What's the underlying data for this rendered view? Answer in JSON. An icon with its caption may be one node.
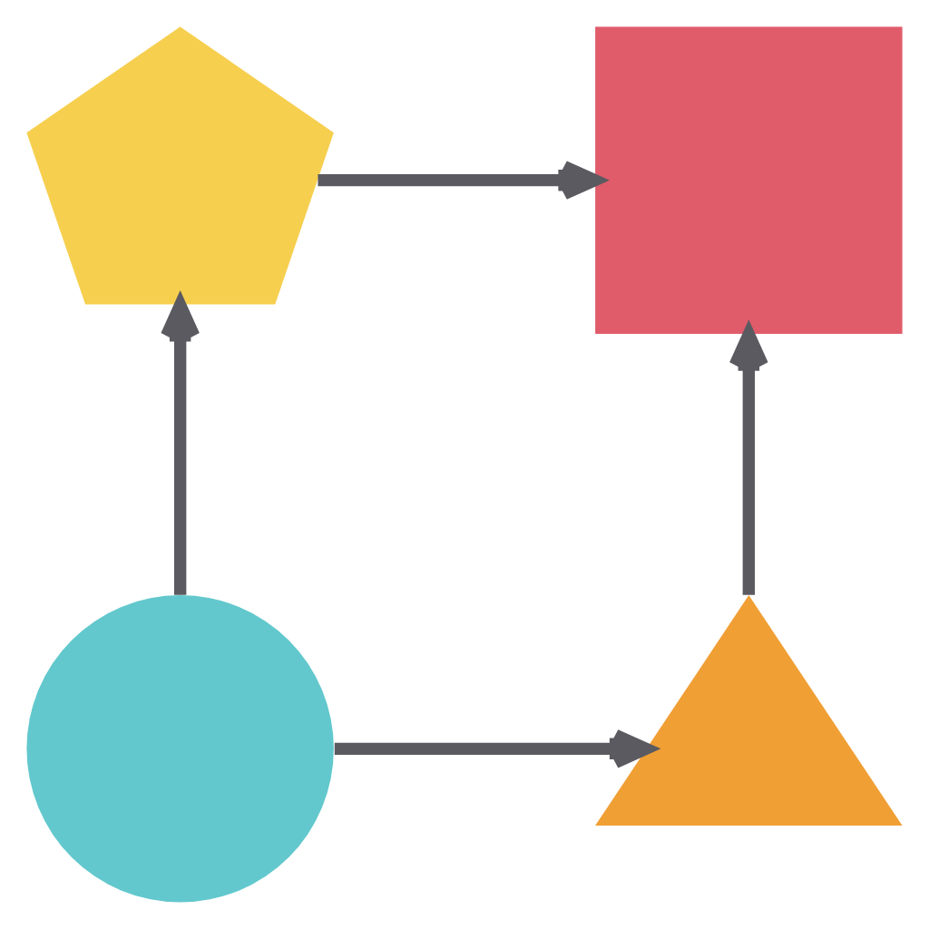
{
  "diagram": {
    "nodes": [
      {
        "text": [],
        "shape": "box"
      },
      {
        "text": [],
        "shape": "pentagon"
      },
      {
        "text": [],
        "shape": "triangle"
      },
      {
        "text": [],
        "shape": "circle"
      }
    ],
    "edges": [
      {
        "from": 1,
        "to": 0,
        "arrow": "to"
      },
      {
        "from": 2,
        "to": 0,
        "arrow": "to"
      },
      {
        "from": 3,
        "to": 1,
        "arrow": "to"
      },
      {
        "from": 3,
        "to": 2,
        "arrow": "to"
      }
    ]
  }
}
